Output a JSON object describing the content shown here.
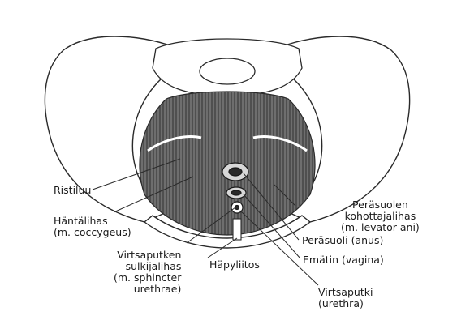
{
  "labels": {
    "ristiluu": "Ristiluu",
    "hantalihas": [
      "Häntälihas",
      "(m. coccygeus)"
    ],
    "virtsaputken_sulkijalihas": [
      "Virtsaputken",
      "sulkijalihas",
      "(m. sphincter",
      "urethrae)"
    ],
    "hapyliitos": "Häpyliitos",
    "perasuolen_kohottajalihas": [
      "Peräsuolen",
      "kohottajalihas",
      "(m. levator ani)"
    ],
    "perasuoli": "Peräsuoli (anus)",
    "ematin": "Emätin (vagina)",
    "virtsaputki": [
      "Virtsaputki",
      "(urethra)"
    ]
  },
  "colors": {
    "line": "#2a2a2a",
    "muscle": "#5a5a5a",
    "bone": "#ffffff"
  }
}
